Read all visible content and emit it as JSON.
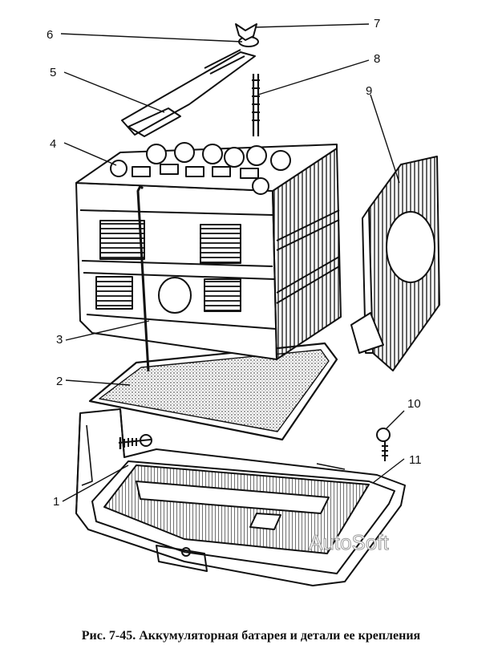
{
  "figure": {
    "callouts": [
      "1",
      "2",
      "3",
      "4",
      "5",
      "6",
      "7",
      "8",
      "9",
      "10",
      "11"
    ],
    "caption": "Рис. 7-45. Аккумуляторная батарея и детали ее крепления",
    "watermark": "AutoSoft"
  },
  "colors": {
    "ink": "#111111",
    "paper": "#ffffff"
  }
}
